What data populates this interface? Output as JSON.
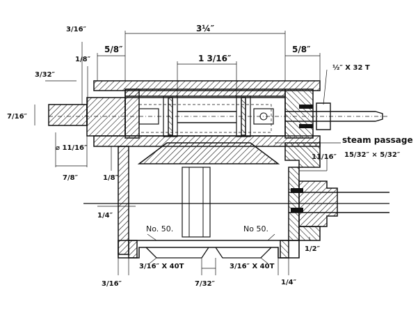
{
  "dimensions": {
    "overall_width": "3¼″",
    "bore": "1 3/16″",
    "cover_right": "5/8″",
    "cover_left": "5/8″",
    "left_tiny_top": "3/16″",
    "left_eighth": "1/8″",
    "left_three_32": "3/32″",
    "left_seven_16": "7/16″",
    "dia_eleven_16": "⌀ 11/16″",
    "seven_eighths": "7/8″",
    "eighth_lower": "1/8″",
    "quarter_left": "1/4″",
    "three_16_bottom": "3/16″",
    "seven_32": "7/32″",
    "quarter_bottom": "1/4″",
    "half": "1/2″",
    "eleven_16": "11/16″",
    "passage_size": "15/32″ × 5/32″",
    "thread_right": "½″ X 32 T",
    "thread_bottom_left": "3/16″ X 40T",
    "thread_bottom_right": "3/16″ X 40T"
  },
  "labels": {
    "steam_passage": "steam passage",
    "no50_left": "No. 50.",
    "no50_right": "No 50."
  }
}
